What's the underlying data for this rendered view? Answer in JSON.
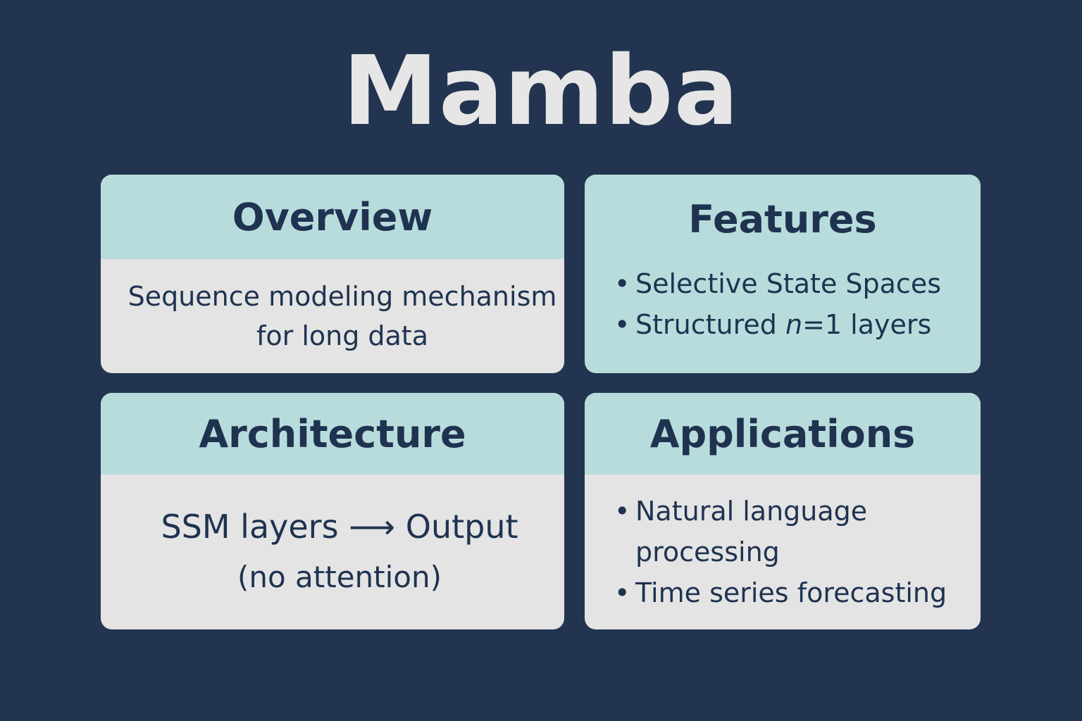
{
  "title": "Mamba",
  "cards": {
    "overview": {
      "heading": "Overview",
      "body_line1": "Sequence modeling mechanism",
      "body_line2": "for long data"
    },
    "features": {
      "heading": "Features",
      "items": [
        "Selective State Spaces",
        {
          "prefix": "Structured ",
          "variable": "n",
          "suffix": "=1 layers"
        }
      ]
    },
    "architecture": {
      "heading": "Architecture",
      "line1": "SSM layers ⟶ Output",
      "line2": "(no attention)"
    },
    "applications": {
      "heading": "Applications",
      "items": [
        "Natural language processing",
        "Time series forecasting"
      ]
    }
  },
  "colors": {
    "background": "#22344f",
    "header": "#b8dcdc",
    "card_body": "#e4e4e4",
    "text_dark": "#1f3350",
    "title": "#e6e6e6"
  }
}
